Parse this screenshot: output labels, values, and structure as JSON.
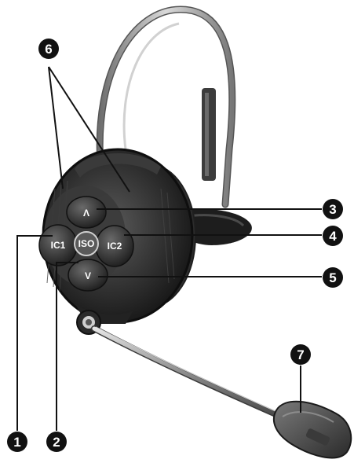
{
  "buttons": {
    "ic1": "IC1",
    "ic2": "IC2",
    "iso": "ISO",
    "up": "Λ",
    "down": "V"
  },
  "callouts": [
    "1",
    "2",
    "3",
    "4",
    "5",
    "6",
    "7"
  ],
  "colors": {
    "callout": "#111111",
    "device": "#2a2a2a",
    "metal": "#9a9a9a"
  }
}
